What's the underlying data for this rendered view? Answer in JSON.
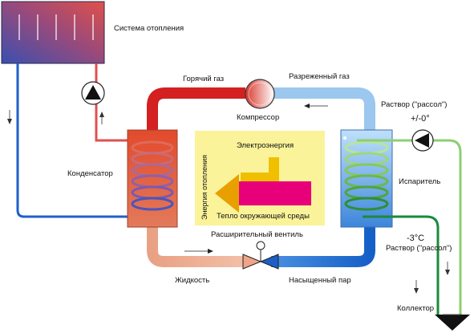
{
  "labels": {
    "heating_system": "Система отопления",
    "hot_gas": "Горячий газ",
    "rarefied_gas": "Разреженный газ",
    "compressor": "Компрессор",
    "brine_top": "Раствор (\"рассол\")",
    "temp_top": "+/-0°",
    "condenser": "Конденсатор",
    "evaporator": "Испаритель",
    "electricity": "Электроэнергия",
    "heating_energy": "Энергия отопления",
    "ambient_heat": "Тепло окружающей среды",
    "expansion_valve": "Расширительный вентиль",
    "temp_bottom": "-3°C",
    "brine_bottom": "Раствор (\"рассол\")",
    "liquid": "Жидкость",
    "saturated_steam": "Насыщенный пар",
    "collector": "Коллектор"
  },
  "colors": {
    "hot": "#d42020",
    "warm": "#e8896c",
    "cold": "#1f6fcf",
    "light_blue": "#9cc7ee",
    "green_dark": "#1a8a3a",
    "green_light": "#8ccf72",
    "energy_panel": "#faf39a",
    "electricity_arrow": "#f0c000",
    "heating_arrow": "#e8007a"
  }
}
